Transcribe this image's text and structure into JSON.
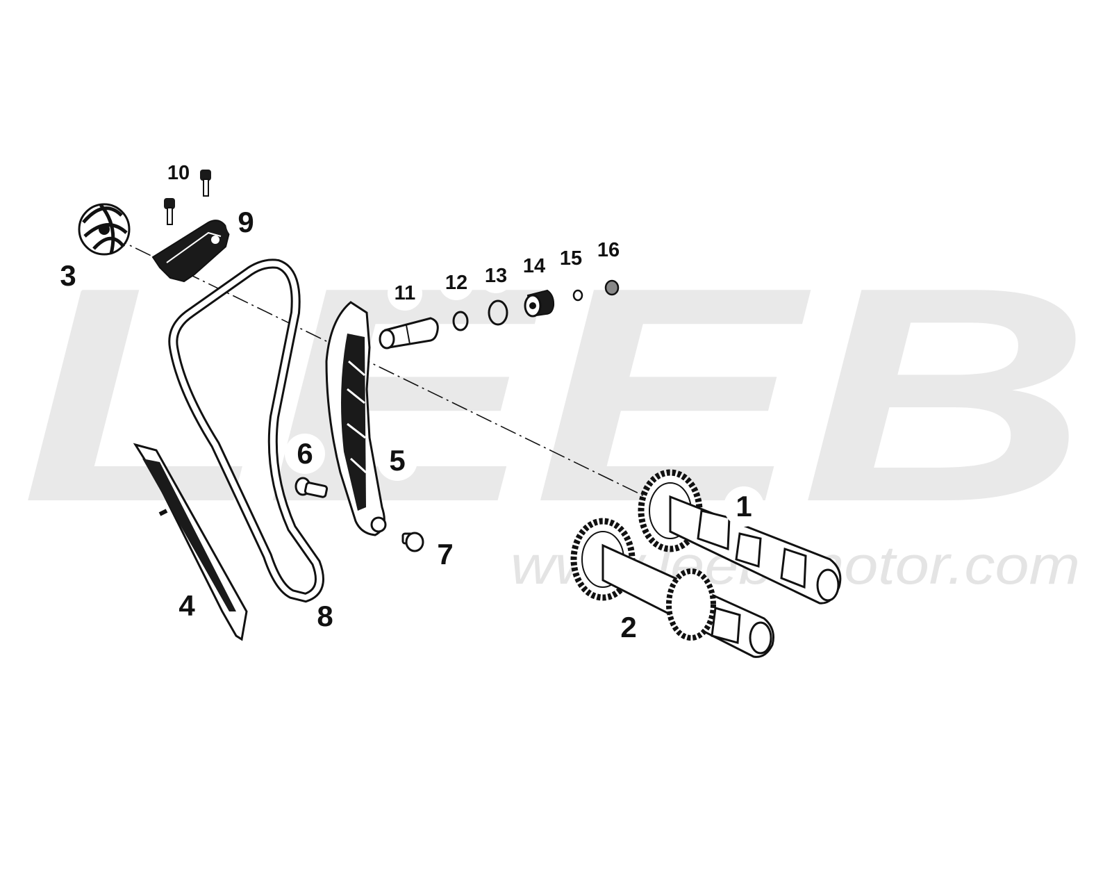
{
  "watermark": {
    "logo": "LEEB",
    "url": "www.leeb-motor.com"
  },
  "parts": [
    {
      "number": "1",
      "part": "camshaft"
    },
    {
      "number": "2",
      "part": "camshaft"
    },
    {
      "number": "3",
      "part": "chain-tensioner-guide"
    },
    {
      "number": "4",
      "part": "chain-guide-rail"
    },
    {
      "number": "5",
      "part": "tensioning-rail"
    },
    {
      "number": "6",
      "part": "pivot-bolt"
    },
    {
      "number": "7",
      "part": "screw"
    },
    {
      "number": "8",
      "part": "timing-chain"
    },
    {
      "number": "9",
      "part": "upper-chain-guide"
    },
    {
      "number": "10",
      "part": "bolt"
    },
    {
      "number": "11",
      "part": "chain-tensioner-plunger"
    },
    {
      "number": "12",
      "part": "o-ring"
    },
    {
      "number": "13",
      "part": "sealing-ring"
    },
    {
      "number": "14",
      "part": "screw-plug"
    },
    {
      "number": "15",
      "part": "washer"
    },
    {
      "number": "16",
      "part": "ball"
    }
  ],
  "colors": {
    "watermark": "#e9e9e9",
    "watermark_url": "#e4e4e4",
    "line": "#111111",
    "fill_dark": "#1a1a1a",
    "fill_light": "#ffffff"
  }
}
